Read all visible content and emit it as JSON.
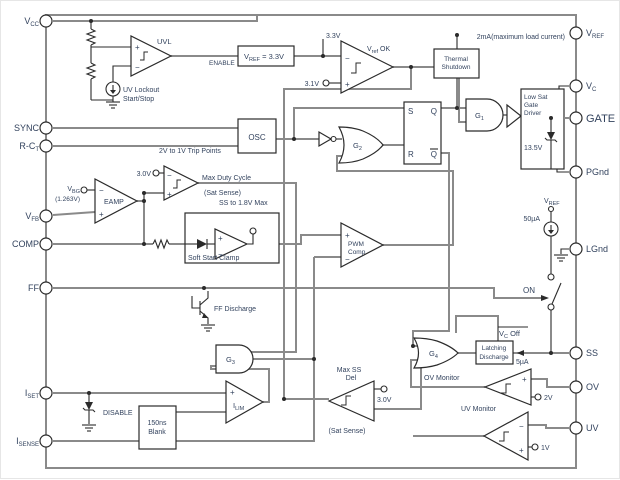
{
  "colors": {
    "wire": "#8a8a8a",
    "component": "#2b2b2b",
    "text": "#33435e",
    "background": "#ffffff"
  },
  "pins": {
    "left": [
      {
        "main": "V",
        "sub": "CC"
      },
      {
        "main": "SYNC",
        "sub": ""
      },
      {
        "main": "R-C",
        "sub": "T"
      },
      {
        "main": "V",
        "sub": "FB"
      },
      {
        "main": "COMP",
        "sub": ""
      },
      {
        "main": "FF",
        "sub": ""
      },
      {
        "main": "I",
        "sub": "SET"
      },
      {
        "main": "I",
        "sub": "SENSE"
      }
    ],
    "right": [
      {
        "main": "V",
        "sub": "REF"
      },
      {
        "main": "V",
        "sub": "C"
      },
      {
        "main": "GATE",
        "sub": ""
      },
      {
        "main": "PGnd",
        "sub": ""
      },
      {
        "main": "LGnd",
        "sub": ""
      },
      {
        "main": "SS",
        "sub": ""
      },
      {
        "main": "OV",
        "sub": ""
      },
      {
        "main": "UV",
        "sub": ""
      }
    ]
  },
  "labels": {
    "plus": "+",
    "minus": "−",
    "uvl": "UVL",
    "uv_lockout_line1": "UV Lockout",
    "uv_lockout_line2": "Start/Stop",
    "enable": "ENABLE",
    "vref_box": {
      "pre": "V",
      "sub": "REF",
      "post": " = 3.3V"
    },
    "rail_3v3": "3.3V",
    "vref_ok": {
      "pre": "V",
      "sub": "ref",
      "post": " OK"
    },
    "v3_1": "3.1V",
    "thermal_line1": "Thermal",
    "thermal_line2": "Shutdown",
    "load_current": "2mA(maximum load current)",
    "osc": "OSC",
    "trip_points": "2V to 1V Trip Points",
    "latch_s": "S",
    "latch_r": "R",
    "latch_q": "Q",
    "latch_qbar": "Q",
    "g1": {
      "pre": "G",
      "sub": "1"
    },
    "g2": {
      "pre": "G",
      "sub": "2"
    },
    "g3": {
      "pre": "G",
      "sub": "3"
    },
    "g4": {
      "pre": "G",
      "sub": "4"
    },
    "driver_line1": "Low Sat",
    "driver_line2": "Gate",
    "driver_line3": "Driver",
    "zener_13v5": "13.5V",
    "vbg": {
      "pre": "V",
      "sub": "BG"
    },
    "vbg_value": "(1.263V)",
    "eamp": "EAMP",
    "v3_0_top": "3.0V",
    "max_duty_line1": "Max Duty Cycle",
    "max_duty_line2": "(Sat Sense)",
    "ss_max": "SS to 1.8V Max",
    "soft_start_clamp": "Soft Start Clamp",
    "pwm_line1": "PWM",
    "pwm_line2": "Comp",
    "ff_discharge": "FF Discharge",
    "ilim": {
      "pre": "I",
      "sub": "LIM"
    },
    "disable": "DISABLE",
    "blank_line1": "150ns",
    "blank_line2": "Blank",
    "max_ss_line1": "Max SS",
    "max_ss_line2": "Del",
    "max_ss_sat": "(Sat Sense)",
    "v3_0_bottom": "3.0V",
    "ov_monitor": "OV Monitor",
    "v2": "2V",
    "uv_monitor": "UV Monitor",
    "v1": "1V",
    "latching_line1": "Latching",
    "latching_line2": "Discharge",
    "i_5ua": "5µA",
    "vc_off": {
      "pre": "V",
      "sub": "C",
      "post": " Off"
    },
    "on": "ON",
    "vref_src": {
      "pre": "V",
      "sub": "REF"
    },
    "i_50ua": "50µA"
  }
}
